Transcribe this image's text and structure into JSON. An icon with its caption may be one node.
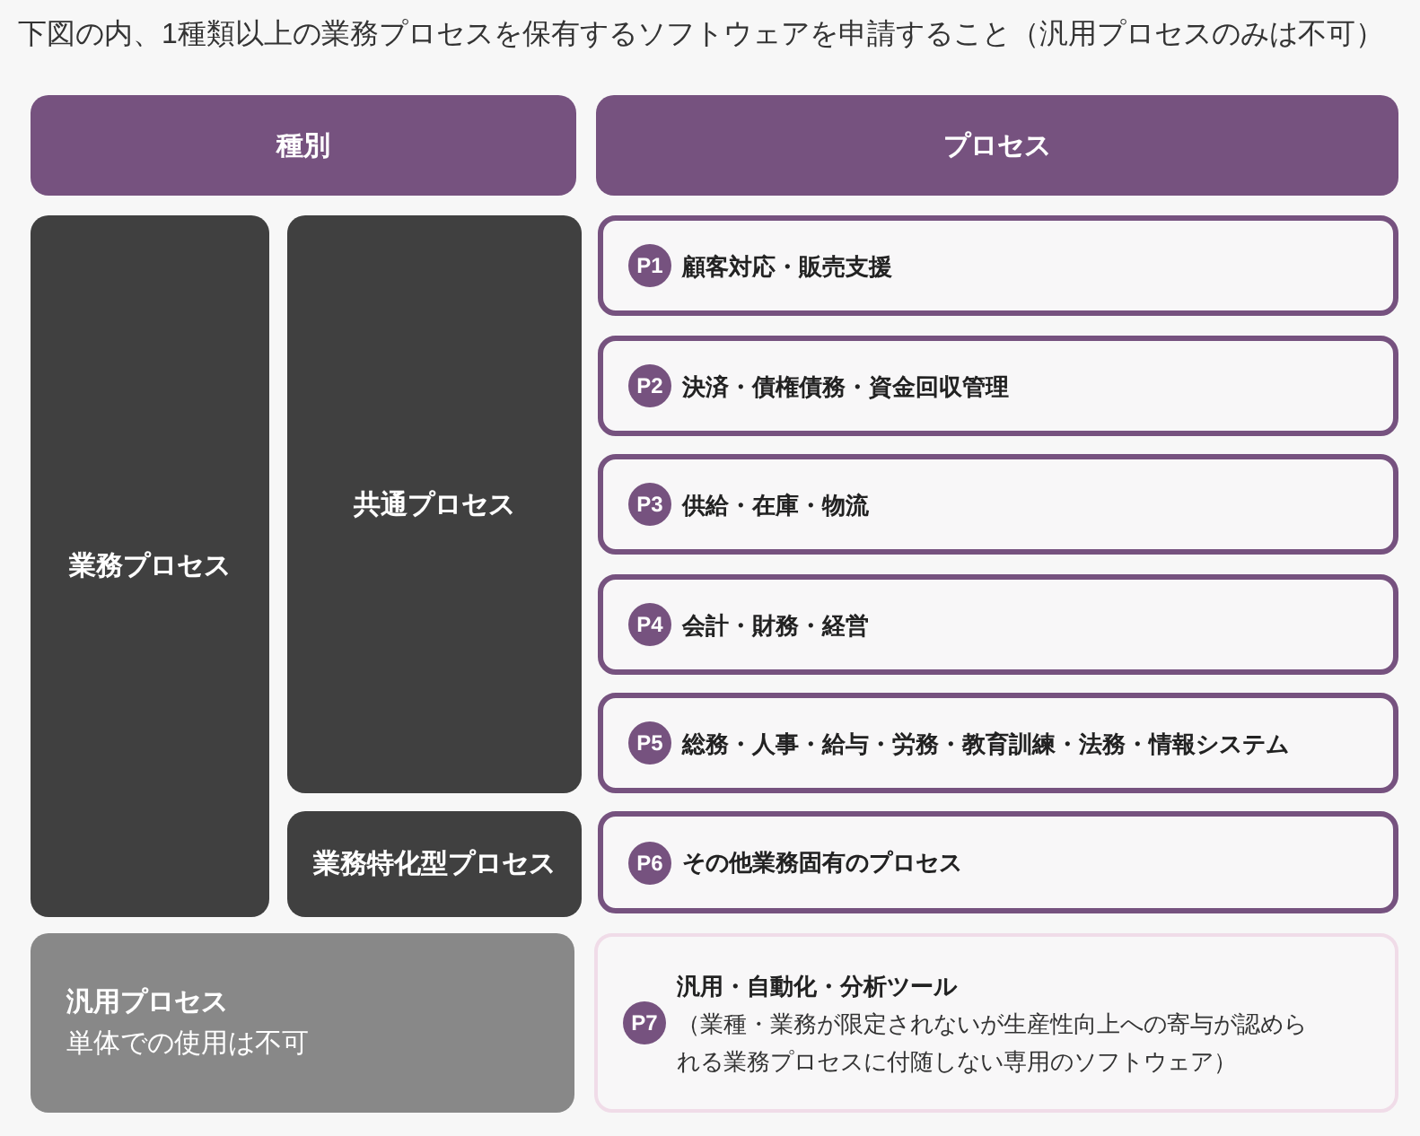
{
  "diagram": {
    "title": "下図の内、1種類以上の業務プロセスを保有するソフトウェアを申請すること（汎用プロセスのみは不可）",
    "nodes": [
      {
        "text": [
          "種別"
        ]
      },
      {
        "text": [
          "プロセス"
        ]
      },
      {
        "text": [
          "業務プロセス"
        ]
      },
      {
        "text": [
          "共通プロセス"
        ]
      },
      {
        "text": [
          "P1",
          "顧客対応・販売支援"
        ]
      },
      {
        "text": [
          "P2",
          "決済・債権債務・資金回収管理"
        ]
      },
      {
        "text": [
          "P3",
          "供給・在庫・物流"
        ]
      },
      {
        "text": [
          "P4",
          "会計・財務・経営"
        ]
      },
      {
        "text": [
          "P5",
          "総務・人事・給与・労務・教育訓練・法務・情報システム"
        ]
      },
      {
        "text": [
          "業務特化型プロセス"
        ]
      },
      {
        "text": [
          "P6",
          "その他業務固有のプロセス"
        ]
      },
      {
        "text": [
          "汎用プロセス",
          "単体での使用は不可"
        ]
      },
      {
        "text": [
          "P7",
          "汎用・自動化・分析ツール",
          "（業種・業務が限定されないが生産性向上への寄与が認められる業務プロセスに付随しない専用のソフトウェア）"
        ]
      }
    ]
  }
}
